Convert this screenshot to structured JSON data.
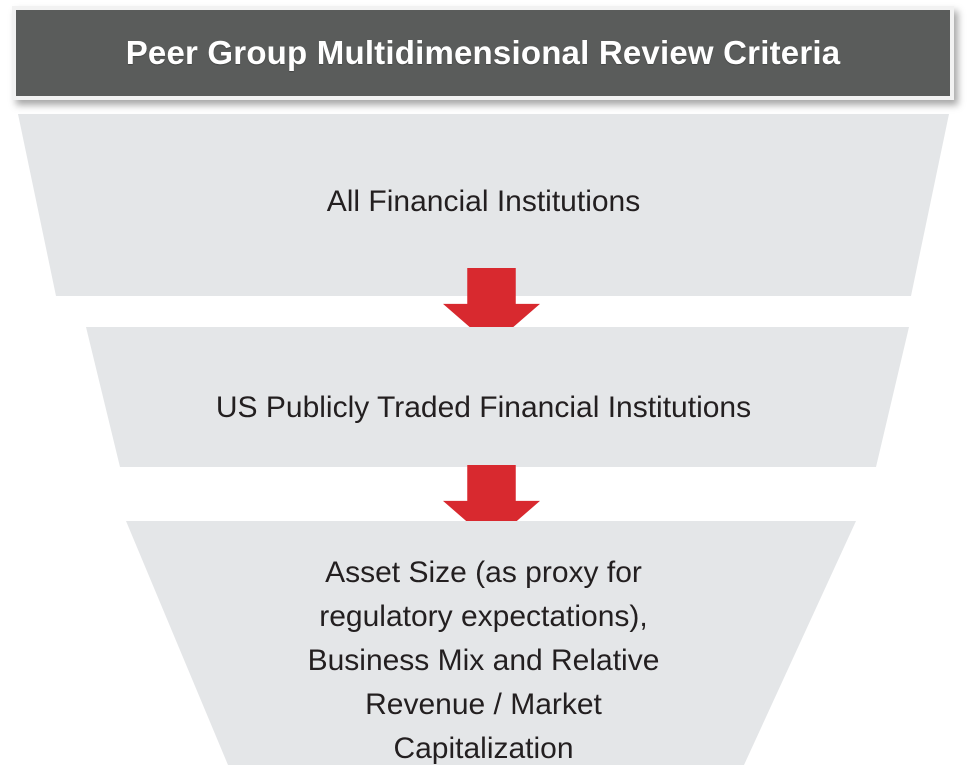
{
  "header": {
    "title": "Peer Group Multidimensional Review Criteria",
    "background_color": "#5a5c5b",
    "text_color": "#ffffff",
    "border_color": "#f2f2f2"
  },
  "funnel": {
    "fill_color": "#e4e6e8",
    "text_color": "#231f20",
    "arrow_color": "#d8292f",
    "stages": [
      {
        "label": "All Financial Institutions"
      },
      {
        "label": "US Publicly Traded Financial Institutions"
      },
      {
        "label": "Asset Size (as proxy for\nregulatory expectations),\nBusiness Mix and Relative\nRevenue / Market\nCapitalization"
      }
    ],
    "arrows": [
      {
        "name": "down-arrow-stage-1-to-2"
      },
      {
        "name": "down-arrow-stage-2-to-3"
      }
    ]
  }
}
